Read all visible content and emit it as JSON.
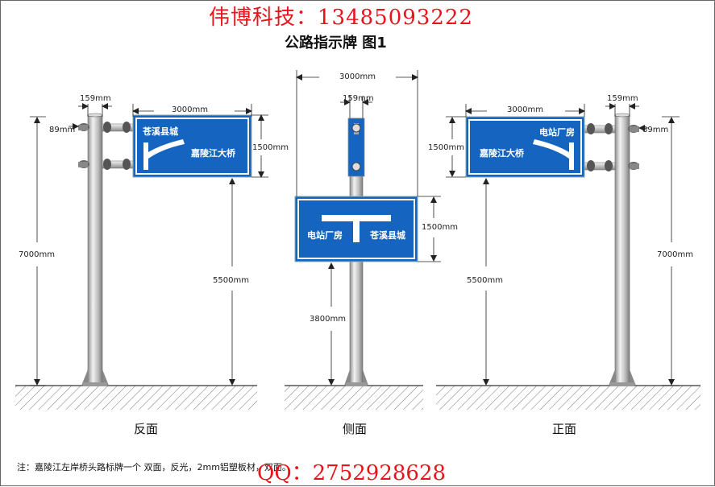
{
  "header": {
    "company": "伟博科技：13485093222",
    "title": "公路指示牌 图1"
  },
  "views": {
    "left_label": "反面",
    "middle_label": "侧面",
    "right_label": "正面"
  },
  "signs": {
    "left": {
      "top_text": "苍溪县城",
      "bottom_text": "嘉陵江大桥"
    },
    "middle": {
      "left_text": "电站厂房",
      "right_text": "苍溪县城"
    },
    "right": {
      "top_text": "电站厂房",
      "bottom_text": "嘉陵江大桥"
    }
  },
  "dimensions": {
    "pole_dia": "159mm",
    "sign_width": "3000mm",
    "sign_height": "1500mm",
    "arm_gap": "89mm",
    "total_height": "7000mm",
    "clear_height": "5500mm",
    "side_clear_height": "3800mm"
  },
  "footer": {
    "note": "注：嘉陵江左岸桥头路标牌一个 双面，反光，2mm铝塑板材，双面。",
    "qq": "QQ：2752928628"
  },
  "colors": {
    "sign_blue": "#1565c0",
    "accent_red": "#e8141b"
  }
}
